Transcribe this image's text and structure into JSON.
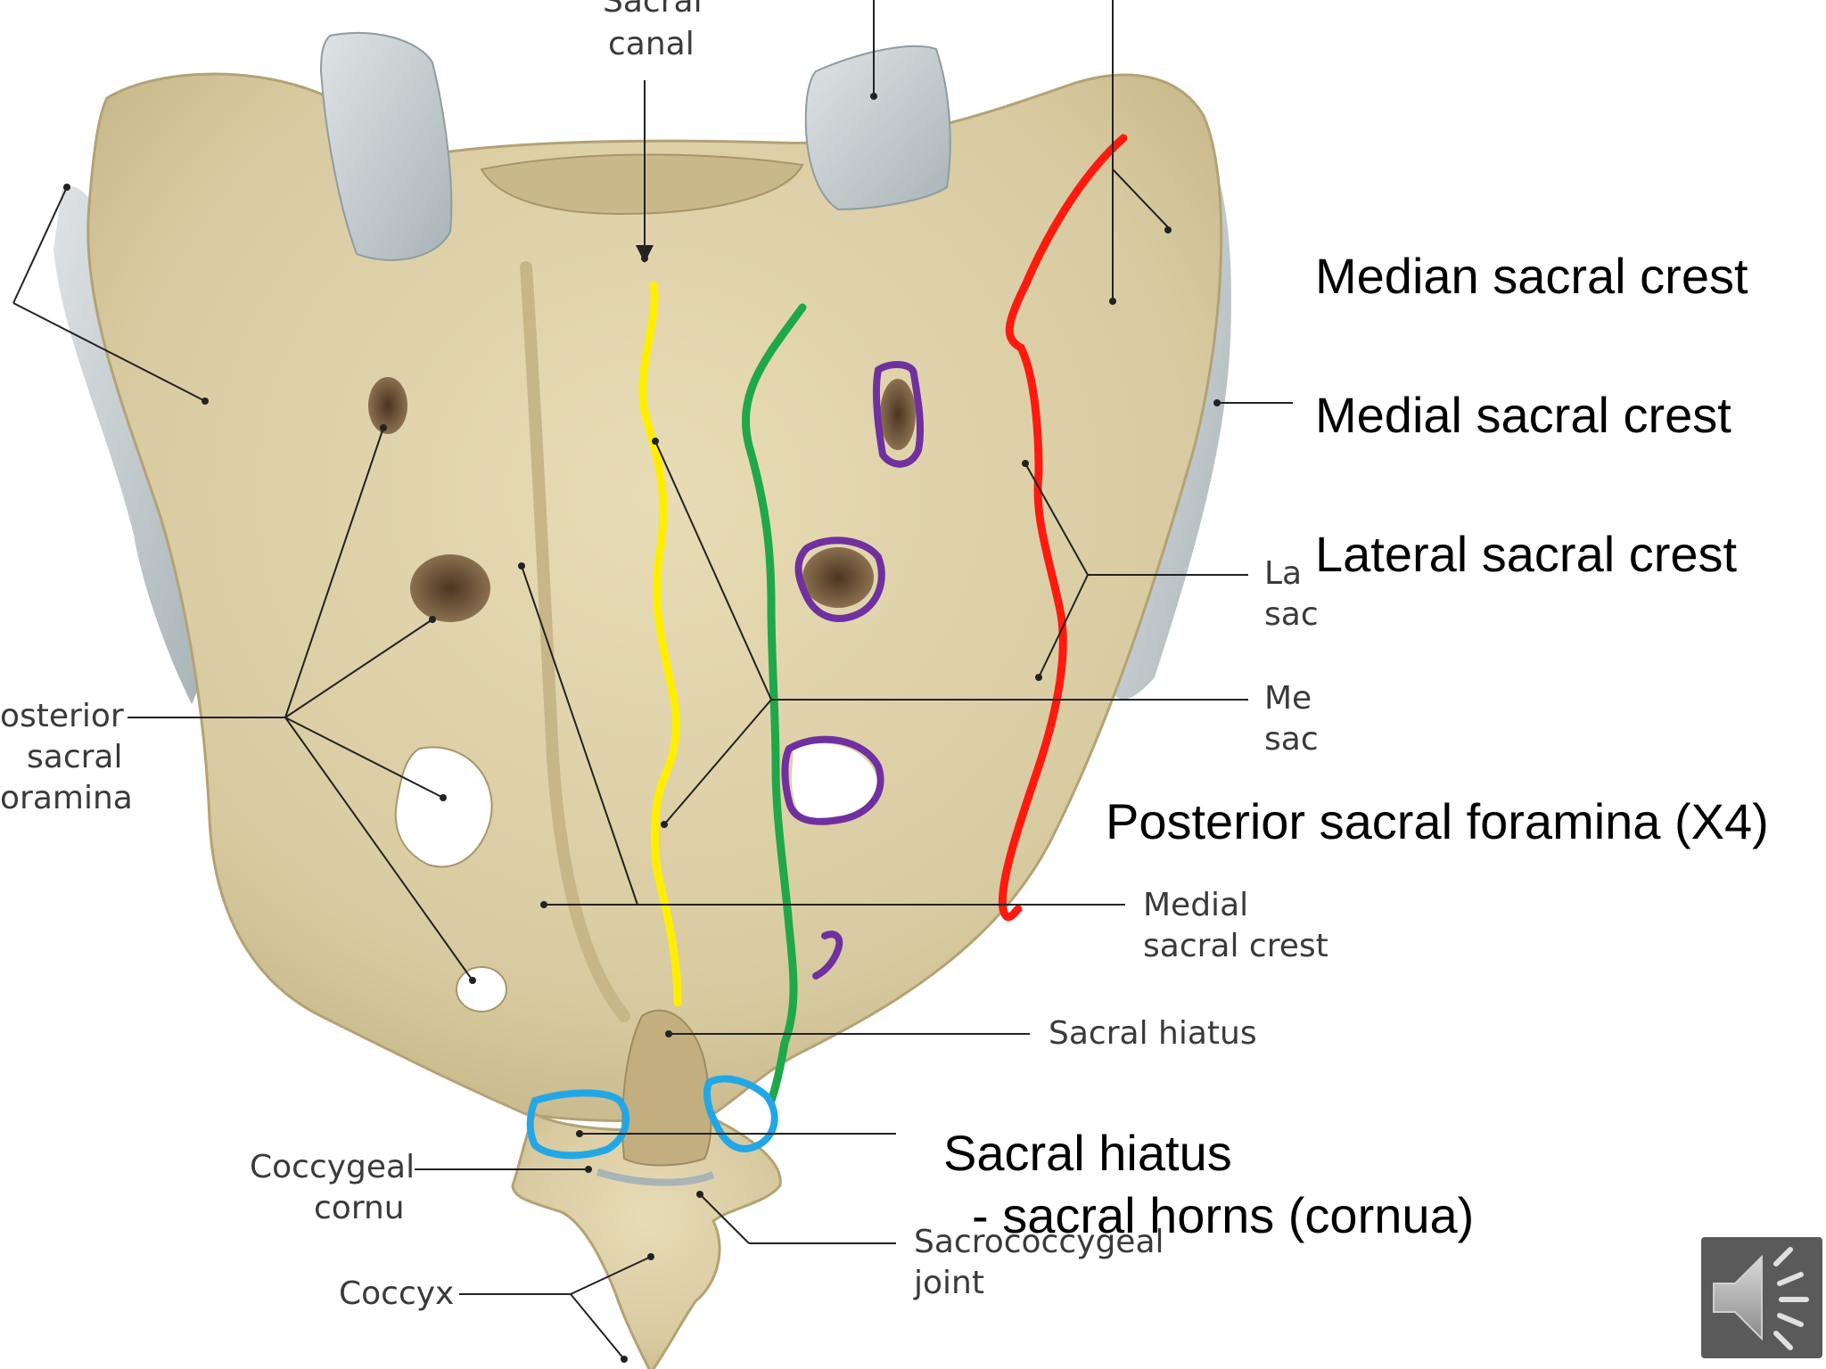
{
  "colors": {
    "bone": "#ddd0a8",
    "bone_shadow": "#b9a878",
    "cartilage": "#cdd3d6",
    "yellow": "#ffee00",
    "green": "#1fa84a",
    "red": "#ff1a10",
    "purple": "#7030a0",
    "blue": "#22a7e6"
  },
  "labels": {
    "sacral_canal": [
      "Sacral",
      "canal"
    ],
    "posterior_sacral_foramina": [
      "osterior",
      "sacral",
      "oramina"
    ],
    "lateral_partial": [
      "La",
      "sac"
    ],
    "medial_partial": [
      "Me",
      "sac"
    ],
    "medial_sacral_crest": [
      "Medial",
      "sacral crest"
    ],
    "sacral_hiatus": "Sacral hiatus",
    "coccygeal_cornu": [
      "Coccygeal",
      "cornu"
    ],
    "coccyx": "Coccyx",
    "sacrococcygeal_joint": [
      "Sacrococcygeal",
      "joint"
    ]
  },
  "annotations": {
    "median_sacral_crest": "Median sacral crest",
    "medial_sacral_crest": "Medial sacral crest",
    "lateral_sacral_crest": "Lateral sacral crest",
    "posterior_sacral_foramina": "Posterior sacral foramina (X4)",
    "sacral_hiatus": "Sacral hiatus",
    "sacral_horns": "- sacral horns (cornua)"
  },
  "speaker_icon": "speaker-icon"
}
